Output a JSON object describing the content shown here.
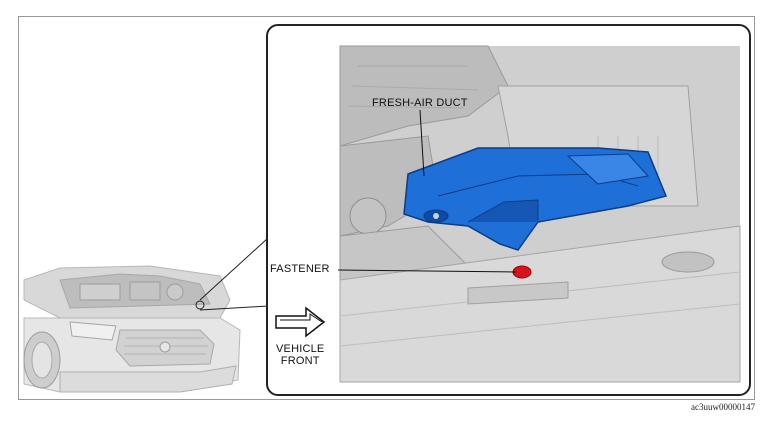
{
  "labels": {
    "fresh_air_duct": "FRESH-AIR DUCT",
    "fastener": "FASTENER",
    "vehicle_front_line1": "VEHICLE",
    "vehicle_front_line2": "FRONT"
  },
  "figure_code": "ac3uuw00000147",
  "colors": {
    "duct_blue": "#1e6fd8",
    "fastener_red": "#d8131a",
    "engine_gray": "#c9c9c9",
    "outline": "#222222"
  },
  "icons": {
    "direction_arrow": "vehicle-front-arrow-icon"
  }
}
